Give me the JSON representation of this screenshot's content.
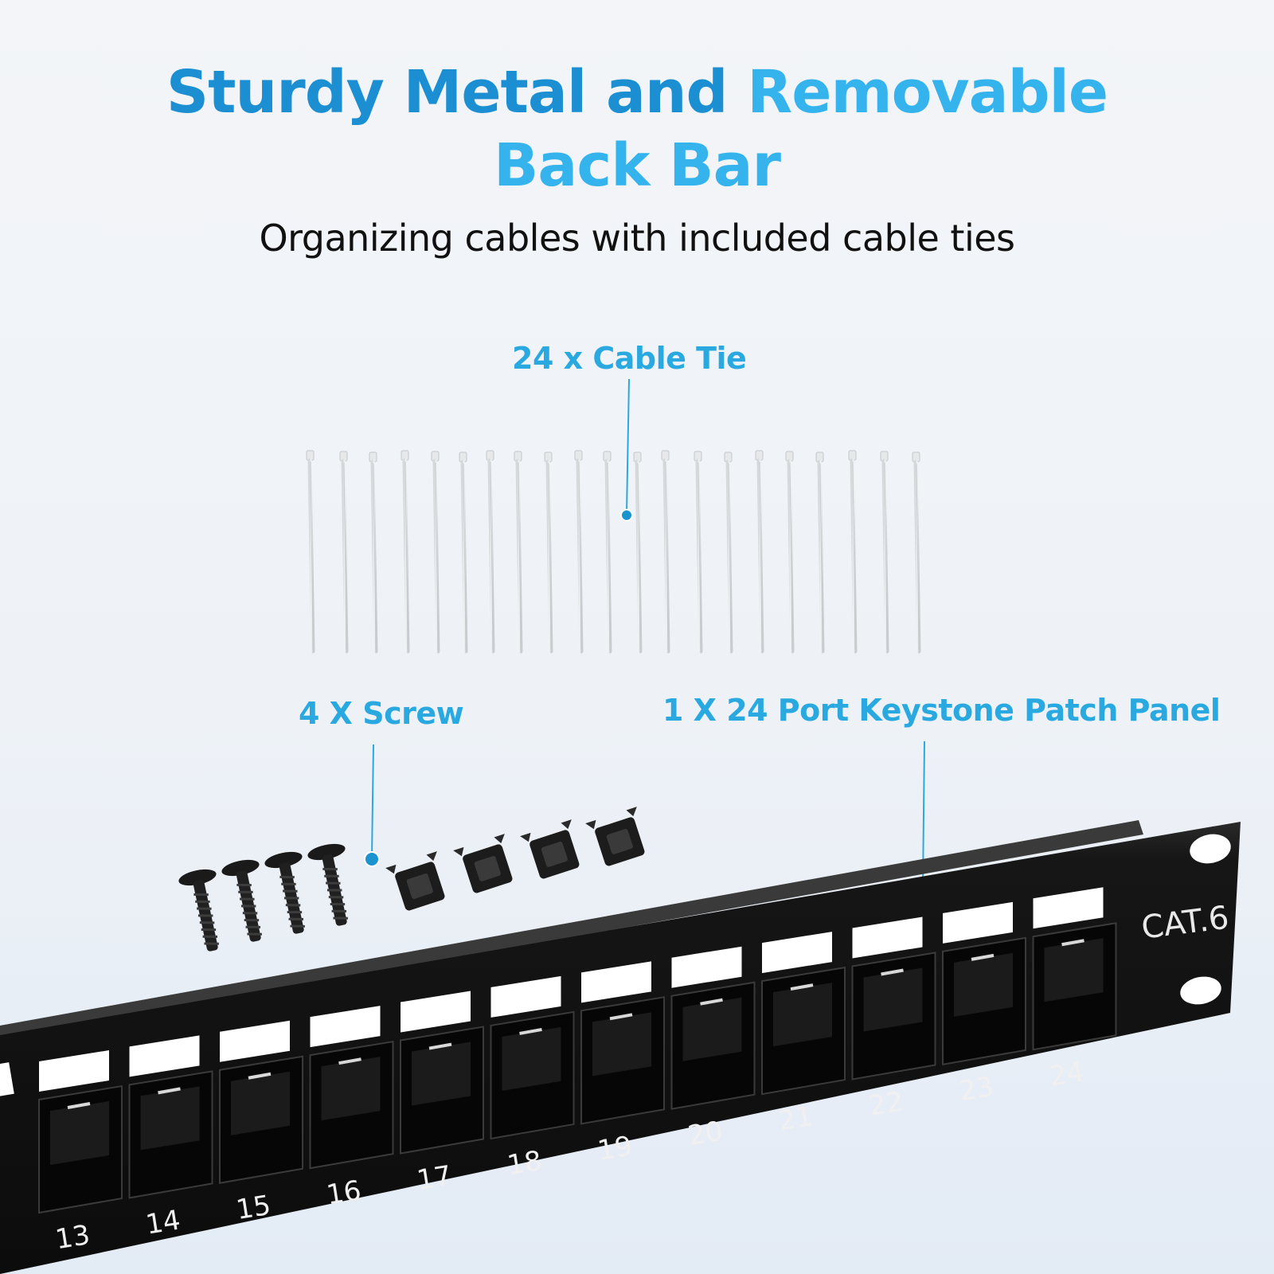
{
  "headline": {
    "line1_part1": "Sturdy Metal and",
    "line1_part2": "Removable",
    "line2": "Back Bar",
    "subtitle": "Organizing cables with included cable ties"
  },
  "callouts": {
    "cable_tie": "24 x Cable Tie",
    "screw": "4 X Screw",
    "patch_panel": "1 X 24 Port Keystone Patch Panel"
  },
  "panel": {
    "brand_label": "CAT.6",
    "port_numbers": [
      "13",
      "14",
      "15",
      "16",
      "17",
      "18",
      "19",
      "20",
      "21",
      "22",
      "23",
      "24"
    ]
  },
  "colors": {
    "headline_dark": "#1b8fd2",
    "headline_light": "#35b3ec",
    "callout": "#2aa9e0",
    "leader_dot": "#1a93cf",
    "panel_body": "#141414"
  },
  "icons": [
    "cable-tie-icon",
    "screw-icon",
    "cage-nut-icon"
  ]
}
